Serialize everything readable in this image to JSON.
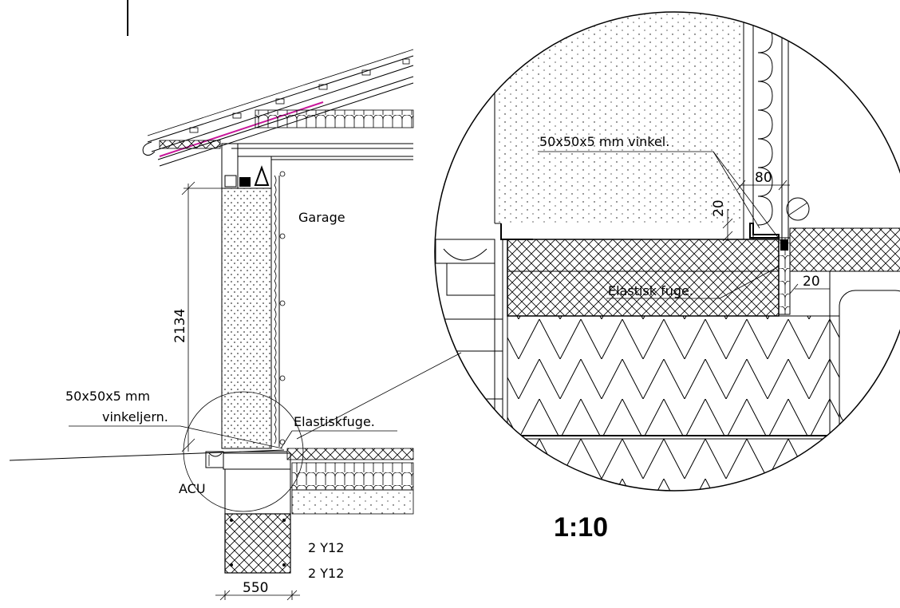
{
  "labels": {
    "garage": "Garage",
    "angle_iron_1": "50x50x5  mm",
    "angle_iron_2": "vinkeljern.",
    "elastic_joint": "Elastiskfuge.",
    "acu": "ACU",
    "rebar_top": "2  Y12",
    "rebar_bottom": "2  Y12"
  },
  "dimensions": {
    "wall_height": "2134",
    "footing_width": "550"
  },
  "detail": {
    "angle": "50x50x5  mm  vinkel.",
    "elastic": "Elastisk  fuge.",
    "dim_80": "80",
    "dim_20_v": "20",
    "dim_20_h": "20",
    "scale": "1:10"
  },
  "colors": {
    "line": "#000000",
    "membrane": "#c8179a",
    "background": "#ffffff"
  }
}
